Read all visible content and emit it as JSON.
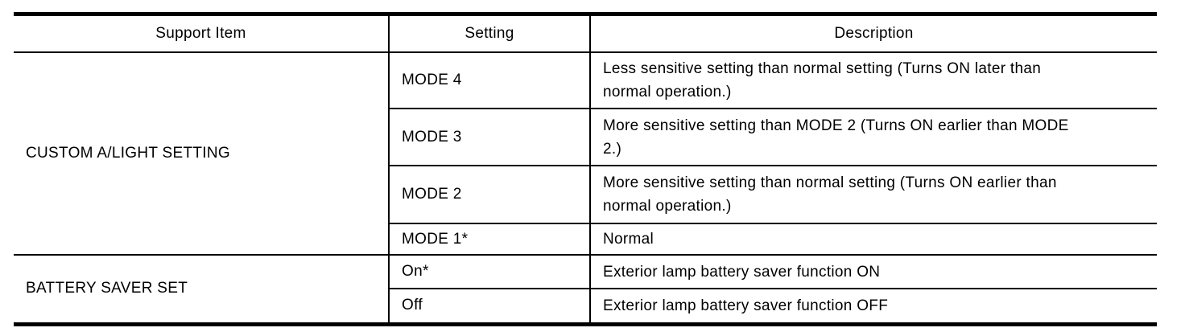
{
  "table": {
    "columns": [
      "Support Item",
      "Setting",
      "Description"
    ],
    "groups": [
      {
        "support_item": "CUSTOM A/LIGHT SETTING",
        "rows": [
          {
            "setting": "MODE 4",
            "description": "Less sensitive setting than normal setting (Turns ON later than\nnormal operation.)"
          },
          {
            "setting": "MODE 3",
            "description": "More sensitive setting than MODE 2 (Turns ON earlier than MODE\n2.)"
          },
          {
            "setting": "MODE 2",
            "description": "More sensitive setting than normal setting (Turns ON earlier than\nnormal operation.)"
          },
          {
            "setting": "MODE 1*",
            "description": "Normal"
          }
        ]
      },
      {
        "support_item": "BATTERY SAVER SET",
        "rows": [
          {
            "setting": "On*",
            "description": "Exterior lamp battery saver function ON"
          },
          {
            "setting": "Off",
            "description": "Exterior lamp battery saver function OFF"
          }
        ]
      }
    ],
    "colors": {
      "border": "#000000",
      "text": "#000000",
      "background": "#ffffff"
    }
  }
}
